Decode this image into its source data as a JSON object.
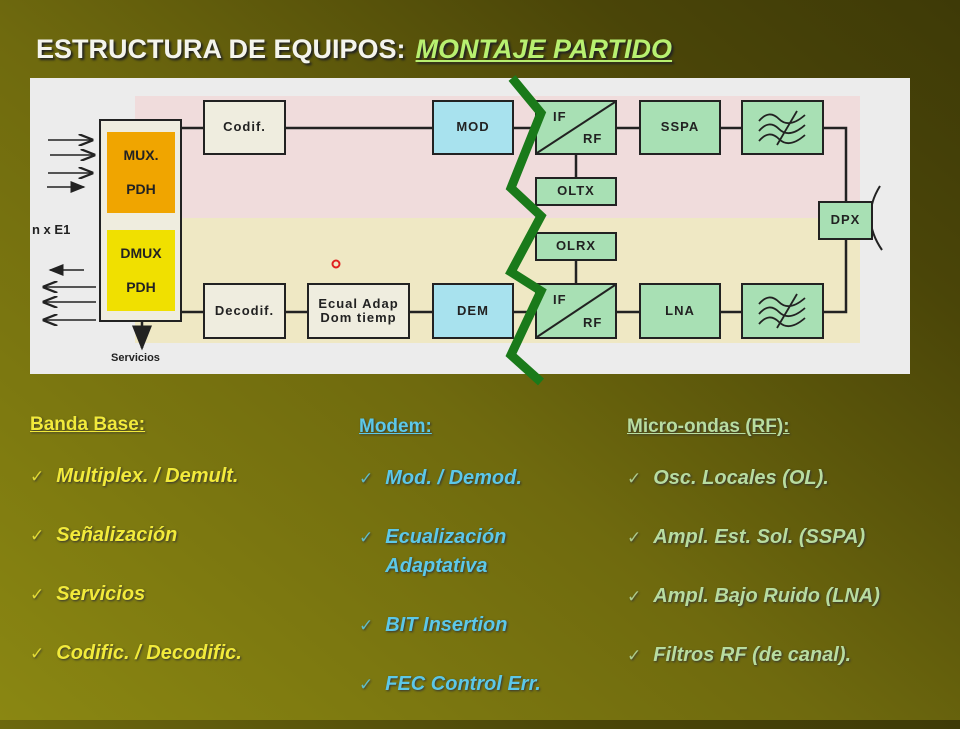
{
  "title": {
    "main": "ESTRUCTURA DE EQUIPOS:",
    "sub": "MONTAJE PARTIDO"
  },
  "diagram": {
    "mux": "MUX.",
    "mux_pdh": "PDH",
    "dmux": "DMUX",
    "dmux_pdh": "PDH",
    "nxe1": "n x E1",
    "servicios": "Servicios",
    "codif": "Codif.",
    "decodif": "Decodif.",
    "ecual1": "Ecual Adap",
    "ecual2": "Dom tiemp",
    "mod": "MOD",
    "dem": "DEM",
    "if": "IF",
    "rf": "RF",
    "oltx": "OLTX",
    "olrx": "OLRX",
    "sspa": "SSPA",
    "lna": "LNA",
    "dpx": "DPX",
    "filter_icon": "bandpass-filter-icon",
    "colors": {
      "mux": "#f0a500",
      "dmux": "#f0e000",
      "modem": "#a8e2ee",
      "rf": "#a8e0b4",
      "split": "#1a7a1a"
    }
  },
  "columns": [
    {
      "heading": "Banda Base:",
      "color": "#f2ea3a",
      "items": [
        "Multiplex. / Demult.",
        "Señalización",
        "Servicios",
        "Codific. / Decodific."
      ]
    },
    {
      "heading": "Modem:",
      "color": "#5cc8e8",
      "items": [
        "Mod. / Demod.",
        "Ecualización Adaptativa",
        "BIT Insertion",
        "FEC Control Err."
      ]
    },
    {
      "heading": "Micro-ondas (RF):",
      "color": "#b8dca0",
      "items": [
        "Osc. Locales (OL).",
        "Ampl. Est. Sol. (SSPA)",
        "Ampl. Bajo Ruido (LNA)",
        "Filtros RF (de canal)."
      ]
    }
  ]
}
